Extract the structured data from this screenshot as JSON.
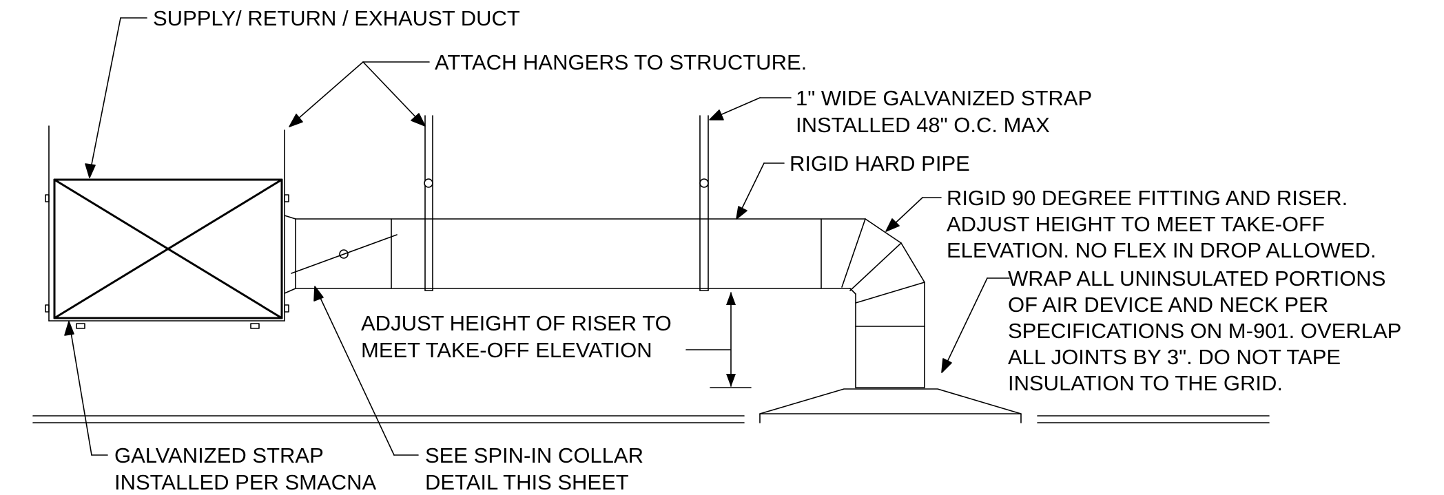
{
  "labels": {
    "supply_duct": "SUPPLY/ RETURN / EXHAUST DUCT",
    "attach_hangers": "ATTACH HANGERS TO STRUCTURE.",
    "wide_strap": [
      "1\" WIDE GALVANIZED STRAP",
      "INSTALLED 48\" O.C. MAX"
    ],
    "rigid_pipe": "RIGID HARD PIPE",
    "rigid_fitting": [
      "RIGID 90 DEGREE FITTING AND RISER.",
      "ADJUST HEIGHT TO MEET TAKE-OFF",
      "ELEVATION. NO FLEX IN DROP ALLOWED."
    ],
    "adjust_riser": [
      "ADJUST HEIGHT OF RISER TO",
      "MEET TAKE-OFF ELEVATION"
    ],
    "wrap_insulation": [
      "WRAP ALL UNINSULATED PORTIONS",
      "OF AIR DEVICE AND NECK PER",
      "SPECIFICATIONS ON M-901.  OVERLAP",
      "ALL JOINTS BY 3\". DO NOT TAPE",
      "INSULATION TO THE GRID."
    ],
    "galvanized_strap": [
      "GALVANIZED STRAP",
      "INSTALLED PER SMACNA"
    ],
    "spin_in_collar": [
      "SEE SPIN-IN COLLAR",
      "DETAIL THIS SHEET"
    ]
  }
}
